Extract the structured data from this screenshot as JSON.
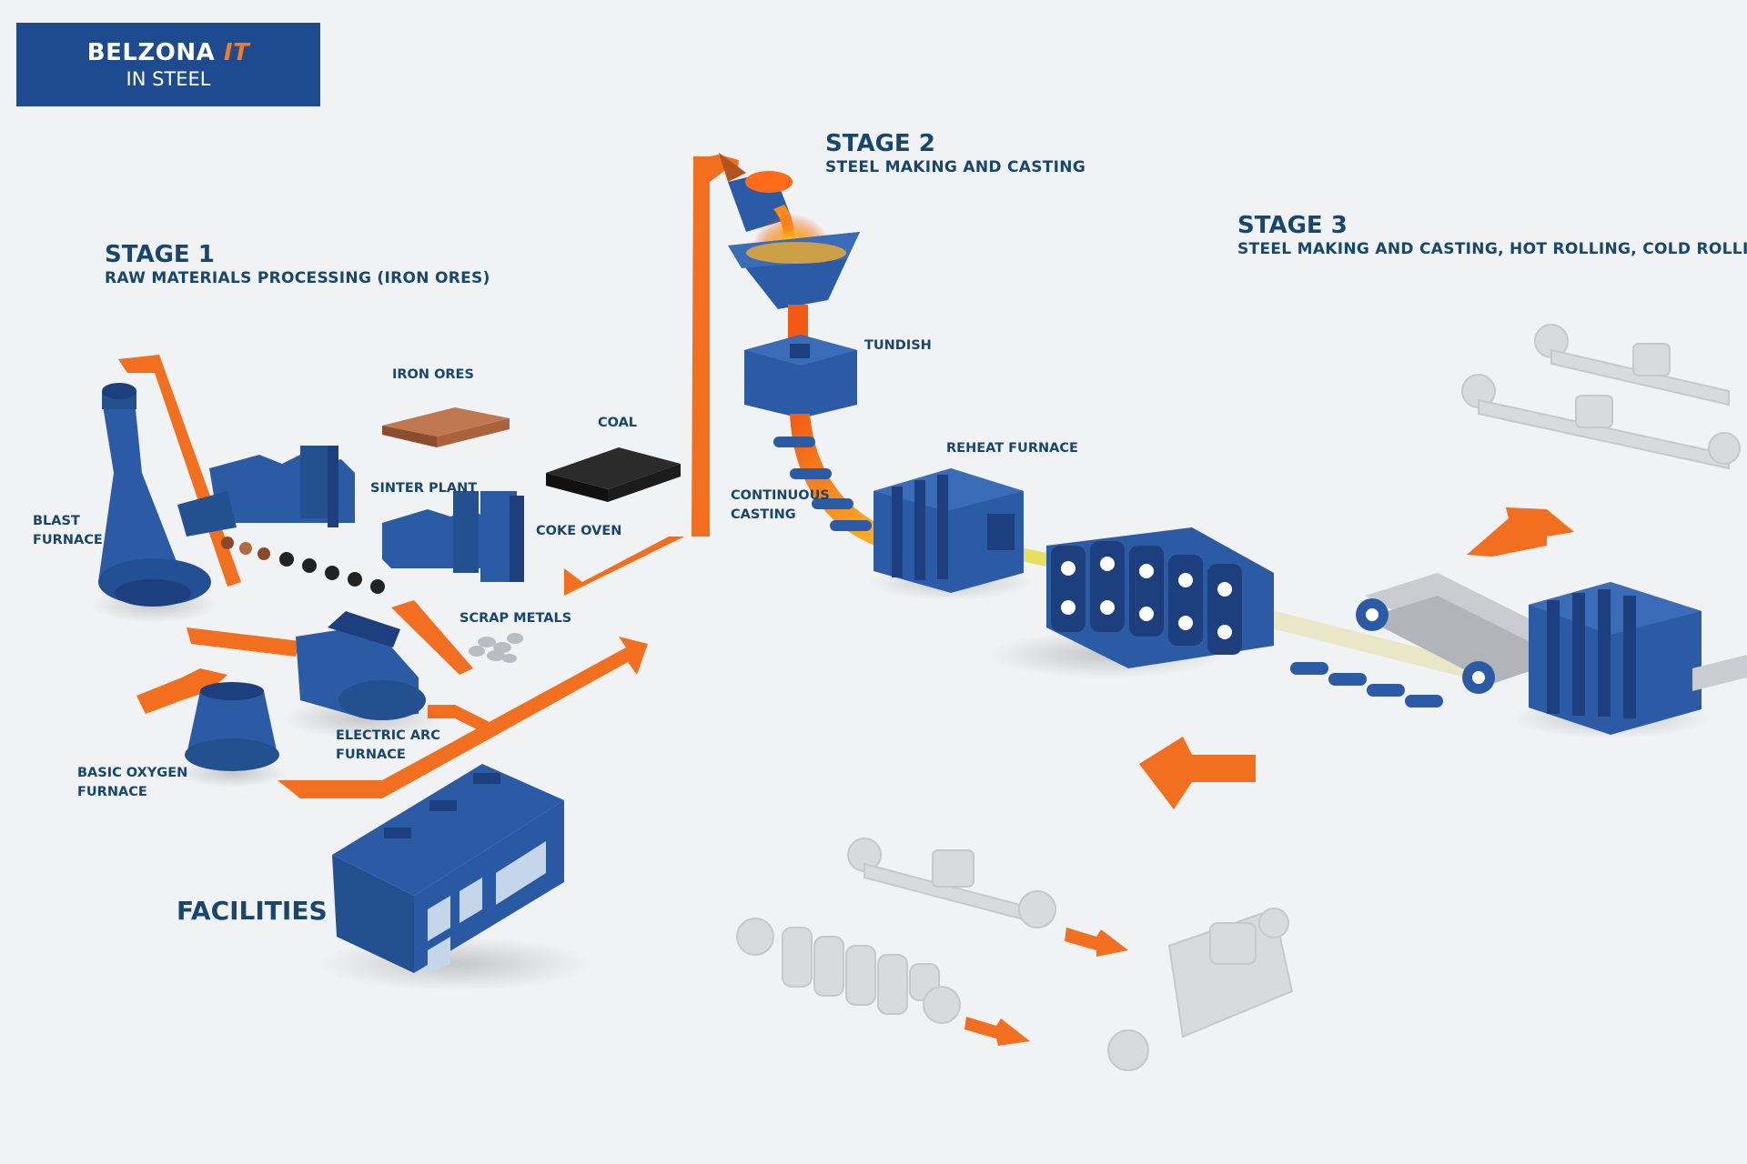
{
  "brand": {
    "name": "BELZONA",
    "accent": "IT",
    "subtitle": "IN STEEL"
  },
  "stage1": {
    "title": "STAGE 1",
    "subtitle": "RAW MATERIALS PROCESSING (IRON ORES)"
  },
  "stage2": {
    "title": "STAGE 2",
    "subtitle": "STEEL MAKING AND CASTING"
  },
  "stage3": {
    "title": "STAGE 3",
    "subtitle": "STEEL MAKING AND CASTING, HOT ROLLING, COLD ROLLING"
  },
  "labels": {
    "blast_furnace_1": "BLAST",
    "blast_furnace_2": "FURNACE",
    "iron_ores": "IRON ORES",
    "coal": "COAL",
    "sinter_plant": "SINTER PLANT",
    "coke_oven": "COKE OVEN",
    "scrap_metals": "SCRAP METALS",
    "electric_arc_1": "ELECTRIC ARC",
    "electric_arc_2": "FURNACE",
    "basic_oxygen_1": "BASIC OXYGEN",
    "basic_oxygen_2": "FURNACE",
    "facilities": "FACILITIES",
    "tundish": "TUNDISH",
    "continuous_1": "CONTINUOUS",
    "continuous_2": "CASTING",
    "reheat_furnace": "REHEAT FURNACE"
  },
  "colors": {
    "equipment_blue": "#2c5ba6",
    "equipment_dark": "#1d3f7d",
    "flow_orange": "#f26f1f",
    "brand_navy": "#1e4b8f",
    "label_navy": "#17476f",
    "molten": "#ffb020",
    "hot_strip": "#e6df60",
    "cold_strip": "#e9e7c7",
    "ghost_grey": "#d9dadd"
  }
}
